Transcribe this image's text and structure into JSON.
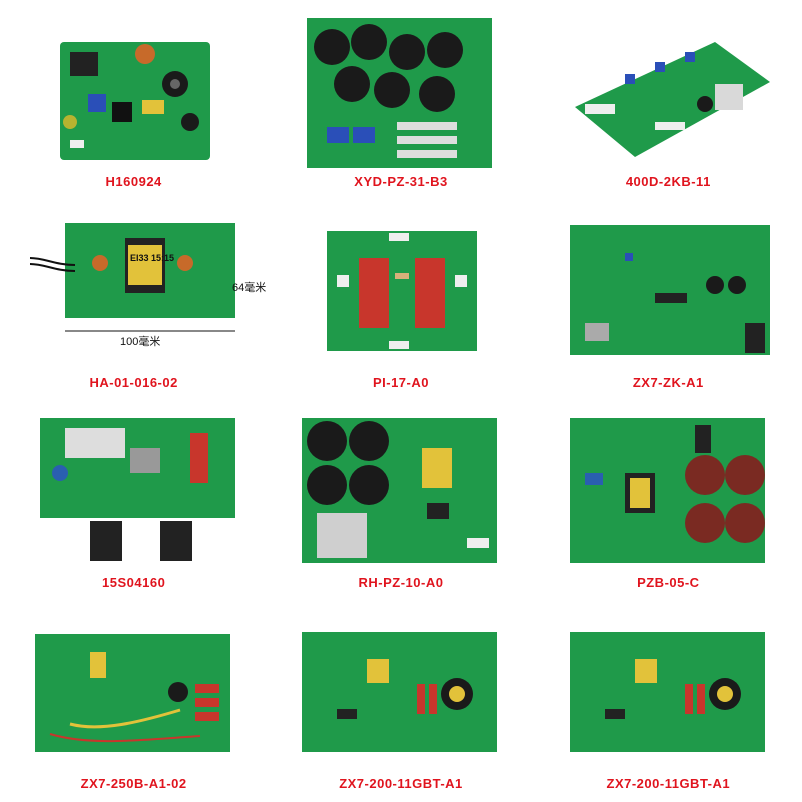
{
  "products": [
    {
      "label": "H160924"
    },
    {
      "label": "XYD-PZ-31-B3"
    },
    {
      "label": "400D-2KB-11"
    },
    {
      "label": "HA-01-016-02",
      "dim_height": "64毫米",
      "dim_width": "100毫米",
      "transformer_text": "EI33 15:15"
    },
    {
      "label": "PI-17-A0"
    },
    {
      "label": "ZX7-ZK-A1"
    },
    {
      "label": "15S04160"
    },
    {
      "label": "RH-PZ-10-A0"
    },
    {
      "label": "PZB-05-C"
    },
    {
      "label": "ZX7-250B-A1-02"
    },
    {
      "label": "ZX7-200-11GBT-A1"
    },
    {
      "label": "ZX7-200-11GBT-A1"
    }
  ],
  "colors": {
    "pcb": "#1f9a4a",
    "pcb_light": "#3cb05f",
    "label": "#e0141e",
    "capacitor": "#1a1a1a",
    "resistor_red": "#c8362c"
  }
}
